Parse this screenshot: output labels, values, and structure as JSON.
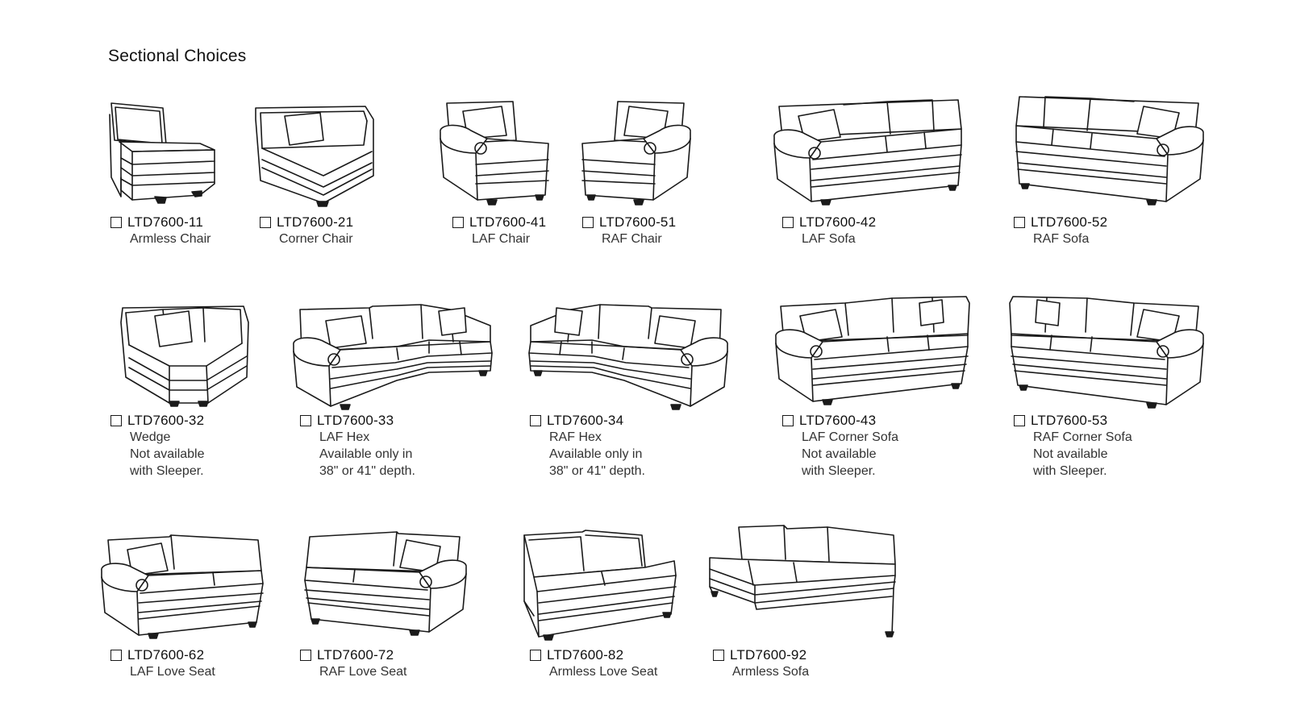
{
  "page": {
    "title": "Sectional Choices"
  },
  "items": [
    {
      "code": "LTD7600-11",
      "desc": [
        "Armless Chair"
      ]
    },
    {
      "code": "LTD7600-21",
      "desc": [
        "Corner Chair"
      ]
    },
    {
      "code": "LTD7600-41",
      "desc": [
        "LAF Chair"
      ]
    },
    {
      "code": "LTD7600-51",
      "desc": [
        "RAF Chair"
      ]
    },
    {
      "code": "LTD7600-42",
      "desc": [
        "LAF Sofa"
      ]
    },
    {
      "code": "LTD7600-52",
      "desc": [
        "RAF Sofa"
      ]
    },
    {
      "code": "LTD7600-32",
      "desc": [
        "Wedge",
        "Not available",
        "with Sleeper."
      ]
    },
    {
      "code": "LTD7600-33",
      "desc": [
        "LAF Hex",
        "Available only in",
        "38\" or 41\" depth."
      ]
    },
    {
      "code": "LTD7600-34",
      "desc": [
        "RAF Hex",
        "Available only in",
        "38\" or 41\" depth."
      ]
    },
    {
      "code": "LTD7600-43",
      "desc": [
        "LAF Corner Sofa",
        "Not available",
        "with Sleeper."
      ]
    },
    {
      "code": "LTD7600-53",
      "desc": [
        "RAF Corner Sofa",
        "Not available",
        "with Sleeper."
      ]
    },
    {
      "code": "LTD7600-62",
      "desc": [
        "LAF Love Seat"
      ]
    },
    {
      "code": "LTD7600-72",
      "desc": [
        "RAF Love Seat"
      ]
    },
    {
      "code": "LTD7600-82",
      "desc": [
        "Armless Love Seat"
      ]
    },
    {
      "code": "LTD7600-92",
      "desc": [
        "Armless Sofa"
      ]
    }
  ]
}
